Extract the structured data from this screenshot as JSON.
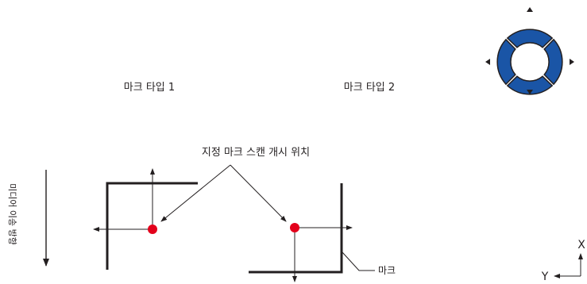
{
  "labels": {
    "type1": "마크 타입 1",
    "type2": "마크 타입 2",
    "scan_start": "지정 마크 스캔 개시 위치",
    "feed_direction": "미디어 이송 방향",
    "mark": "마크"
  },
  "axes": {
    "x": "X",
    "y": "Y"
  },
  "dpad": {
    "fill_color": "#1a55a6",
    "buttons": [
      "up",
      "right",
      "down",
      "left"
    ]
  },
  "colors": {
    "ink": "#231f20",
    "point": "#e3001b"
  }
}
